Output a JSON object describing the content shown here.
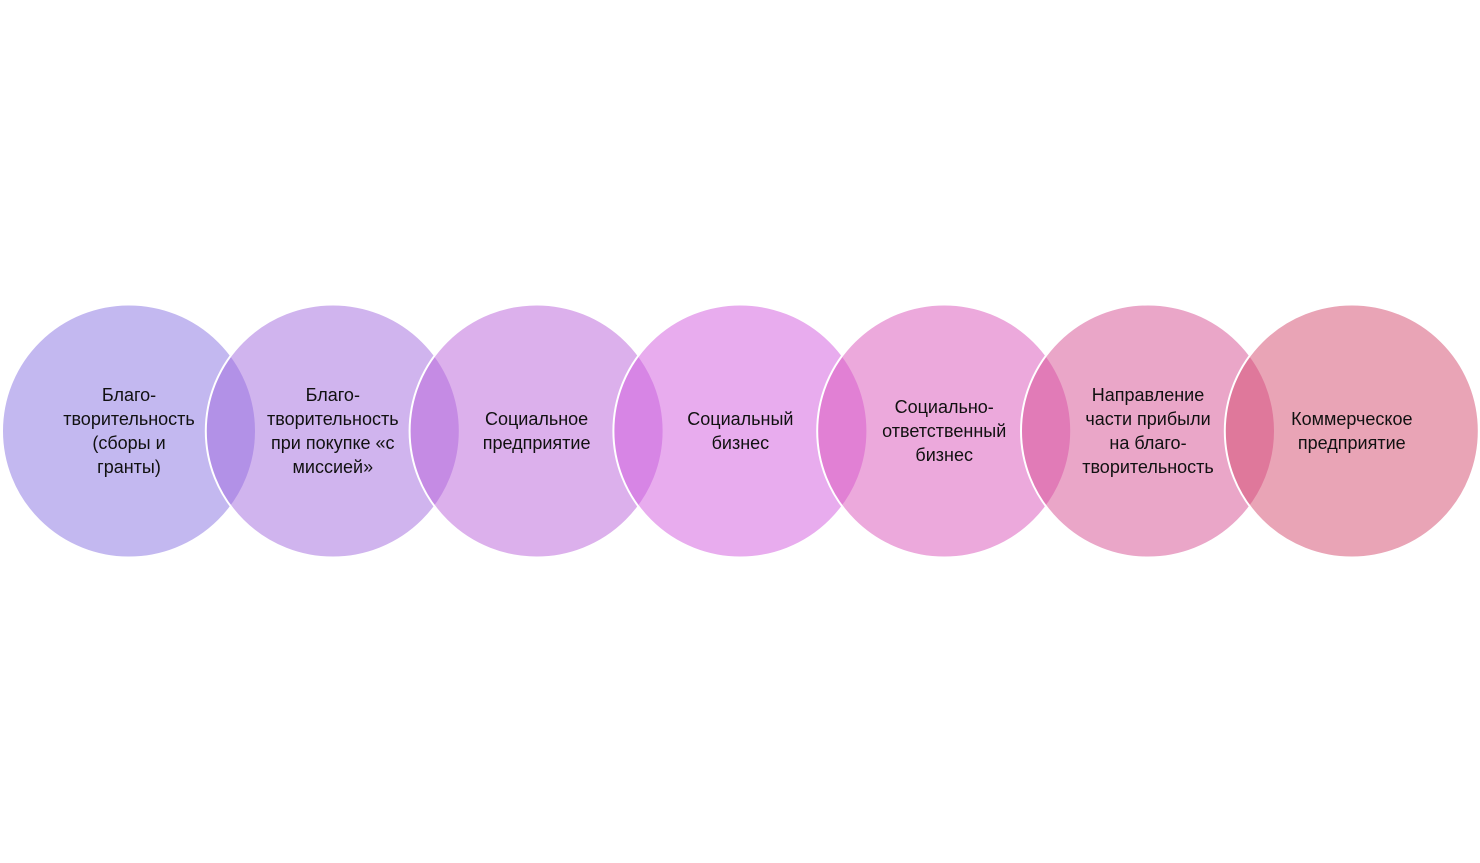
{
  "diagram": {
    "circles": [
      {
        "label": "Благо-\nтворительность\n(сборы и\nгранты)",
        "color": "#8771e1"
      },
      {
        "label": "Благо-\nтворительность\nпри покупке «с\nмиссией»",
        "color": "#a169dd"
      },
      {
        "label": "Социальное\nпредприятие",
        "color": "#b961d9"
      },
      {
        "label": "Социальный\nбизнес",
        "color": "#d159dd"
      },
      {
        "label": "Социально-\nответственный\nбизнес",
        "color": "#d953b9"
      },
      {
        "label": "Направление\nчасти прибыли\nна благо-\nтворительность",
        "color": "#d54d91"
      },
      {
        "label": "Коммерческое\nпредприятие",
        "color": "#d3496d"
      }
    ]
  }
}
